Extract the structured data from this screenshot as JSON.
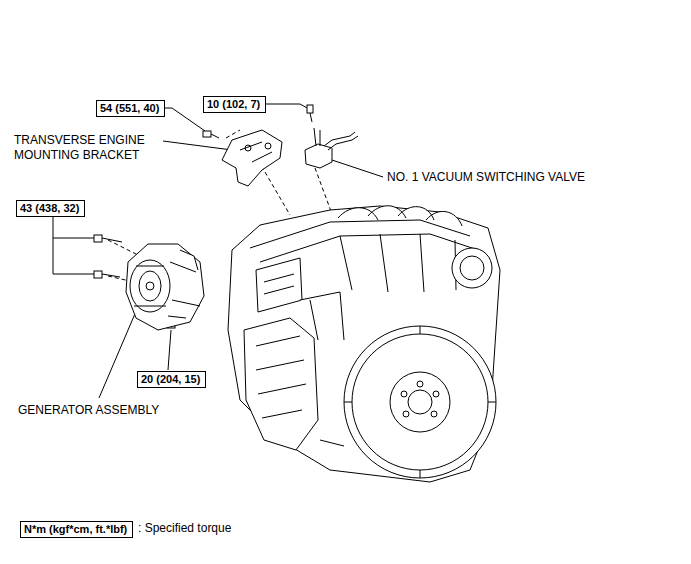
{
  "diagram": {
    "nodes": [
      {
        "text": [
          "54 (551, 40)"
        ]
      },
      {
        "text": [
          "10 (102, 7)"
        ]
      },
      {
        "text": [
          "43 (438, 32)"
        ]
      },
      {
        "text": [
          "20 (204, 15)"
        ]
      },
      {
        "text": [
          "N*m (kgf*cm, ft.*lbf)"
        ]
      }
    ],
    "labels": [
      "TRANSVERSE ENGINE MOUNTING BRACKET",
      "NO. 1 VACUUM SWITCHING VALVE",
      "GENERATOR ASSEMBLY",
      ": Specified torque"
    ]
  }
}
